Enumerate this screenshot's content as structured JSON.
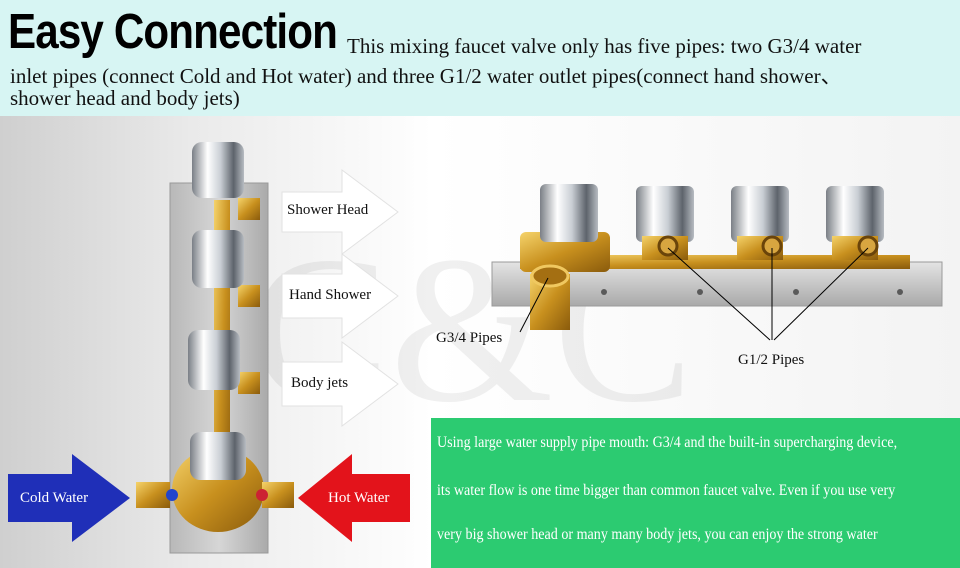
{
  "header": {
    "title": "Easy Connection",
    "desc_line1": "This mixing faucet valve only has five pipes: two G3/4 water",
    "desc_line2": "inlet pipes (connect Cold  and Hot water) and three G1/2 water outlet pipes(connect hand shower、",
    "desc_line3": "shower head and body jets)"
  },
  "outlets": {
    "shower_head": "Shower Head",
    "hand_shower": "Hand Shower",
    "body_jets": "Body jets"
  },
  "inlets": {
    "cold_water": "Cold Water",
    "hot_water": "Hot Water"
  },
  "callouts": {
    "g34": "G3/4 Pipes",
    "g12": "G1/2 Pipes"
  },
  "info": {
    "line1": "Using large water supply pipe mouth: G3/4 and the built-in supercharging device,",
    "line2": "its water flow is one time bigger than common faucet valve. Even if you use very",
    "line3": "very big shower head or many many body jets, you can enjoy the strong water"
  },
  "colors": {
    "header_bg": "#d7f5f3",
    "cold_arrow": "#1f2fb8",
    "hot_arrow": "#e3131b",
    "info_bg": "#2ccb71"
  }
}
